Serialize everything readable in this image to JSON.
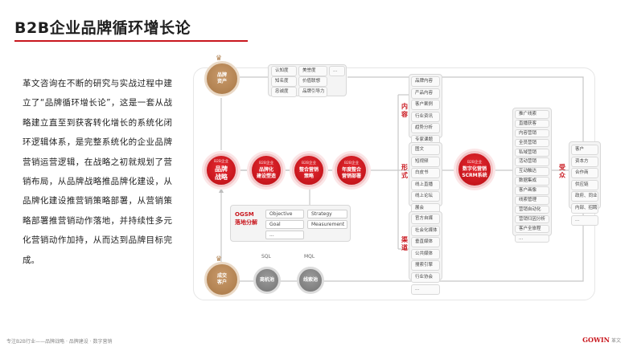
{
  "header": {
    "title": "B2B企业品牌循环增长论"
  },
  "intro": {
    "text": "革文咨询在不断的研究与实战过程中建立了“品牌循环增长论”，这是一套从战略建立直至到获客转化增长的系统化闭环逻辑体系，是完整系统化的企业品牌营销运营逻辑，在战略之初就规划了营销布局，从品牌战略推品牌化建设，从品牌化建设推营销策略部署，从营销策略部署推营销动作落地，并持续性多元化营销动作加持，从而达到品牌目标完成。"
  },
  "diagram": {
    "brand_assets": {
      "label": "品牌\n资产",
      "tags": [
        "认知度",
        "美誉度",
        "...",
        "知名度",
        "价值联想",
        "忠诚度",
        "品牌引导力"
      ]
    },
    "steps": [
      {
        "tag": "B2B企业",
        "label": "品牌\n战略"
      },
      {
        "tag": "B2B企业",
        "label": "品牌化\n建设塑造"
      },
      {
        "tag": "B2B企业",
        "label": "整合营销\n策略"
      },
      {
        "tag": "B2B企业",
        "label": "年度整合\n营销部署"
      }
    ],
    "scrm": {
      "tag": "B2B企业",
      "label": "数字化营销\nSCRM系统"
    },
    "ogsm": {
      "title": "OGSM\n落地分解",
      "cells": [
        "Objective",
        "Strategy",
        "Goal",
        "Measurement",
        "..."
      ]
    },
    "content": {
      "label": "内容",
      "items": [
        "品牌内容",
        "产品内容",
        "客户案例",
        "行业资讯",
        "趋势分析",
        "专家课题",
        "..."
      ]
    },
    "form": {
      "label": "形式",
      "items": [
        "图文",
        "短视频",
        "白皮书",
        "线上直播",
        "线上论坛",
        "展会",
        "..."
      ]
    },
    "channel": {
      "label": "渠道",
      "items": [
        "官方自媒",
        "社会化媒体",
        "垂直媒体",
        "公共媒体",
        "搜索引擎",
        "行业协会",
        "..."
      ]
    },
    "scrm_functions": [
      "推广线索",
      "直播获客",
      "内容营销",
      "全员营销",
      "私域营销",
      "活动营销",
      "互动触达",
      "数据集成",
      "客户画像",
      "线索管理",
      "营销自动化",
      "营销归因分析",
      "客户全旅程",
      "..."
    ],
    "audience": {
      "label": "受众",
      "items": [
        "客户",
        "资本方",
        "合作商",
        "供应链",
        "政府、同业",
        "内部、招聘",
        "..."
      ]
    },
    "pools": {
      "sql": "SQL",
      "mql": "MQL",
      "business_pool": "商机池",
      "lead_pool": "线索池"
    },
    "deal": {
      "label": "成交\n客户"
    }
  },
  "footer": {
    "left": "专注B2B行业——品牌战略 · 品牌建设 · 数字营销",
    "brand": "GOWIN",
    "brand_cn": "革文"
  },
  "colors": {
    "accent": "#c9171e",
    "gold": "#b0804f",
    "gray": "#7b7b7b"
  }
}
